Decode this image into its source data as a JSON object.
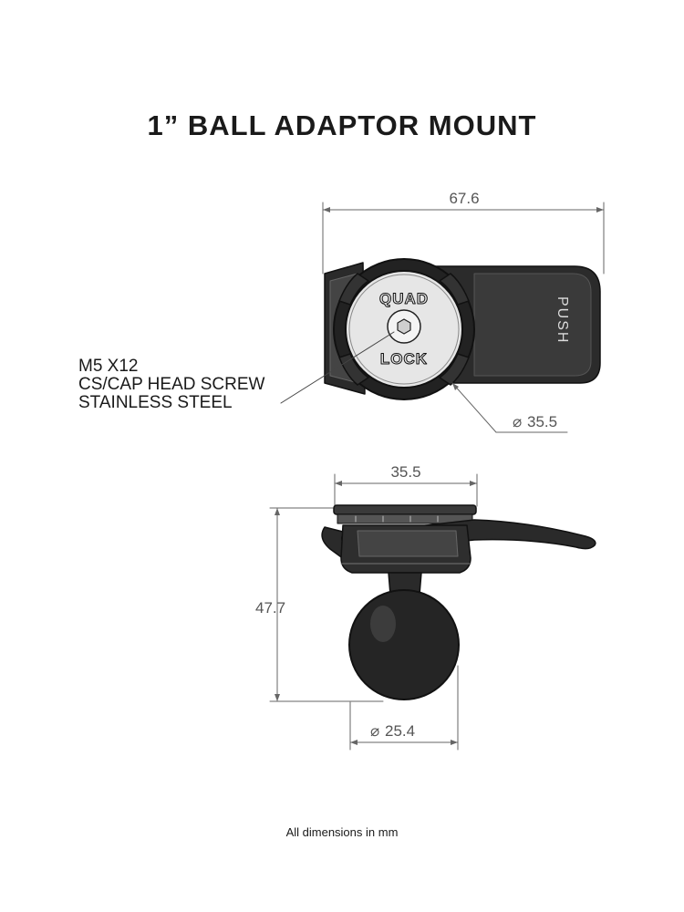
{
  "title": "1” BALL ADAPTOR MOUNT",
  "callout": {
    "line1": "M5 X12",
    "line2": "CS/CAP HEAD SCREW",
    "line3": "STAINLESS STEEL"
  },
  "dimensions": {
    "top_width": "67.6",
    "top_diameter": "35.5",
    "side_width": "35.5",
    "side_height": "47.7",
    "ball_diameter": "25.4"
  },
  "diameter_symbol": "⌀",
  "logo_text": {
    "top": "QUAD",
    "bottom": "LOCK"
  },
  "push_label": "PUSH",
  "footer": "All dimensions in mm"
}
